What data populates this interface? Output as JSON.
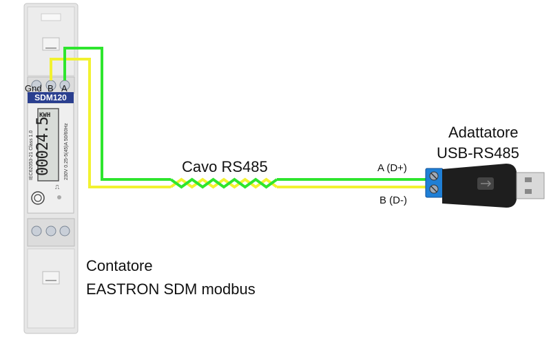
{
  "meter": {
    "caption_line1": "Contatore",
    "caption_line2": "EASTRON SDM modbus",
    "model": "SDM120",
    "terminals": [
      "Gnd",
      "B",
      "A"
    ],
    "display_value": "00024.5",
    "display_unit": "KWH",
    "spec_standard": "IEC62053-21 Class 1.0",
    "spec_rating": "230V 0.25-5(45)A 50/60Hz",
    "pulse_symbol": "⎍"
  },
  "cable": {
    "label": "Cavo RS485",
    "colors": {
      "a_wire": "#2ee52e",
      "b_wire": "#f2f230"
    }
  },
  "adapter": {
    "title_line1": "Adattatore",
    "title_line2": "USB-RS485",
    "pin_a": "A (D+)",
    "pin_b": "B (D-)",
    "terminal_color": "#1f7fd6",
    "body_color": "#1e1e1e"
  }
}
